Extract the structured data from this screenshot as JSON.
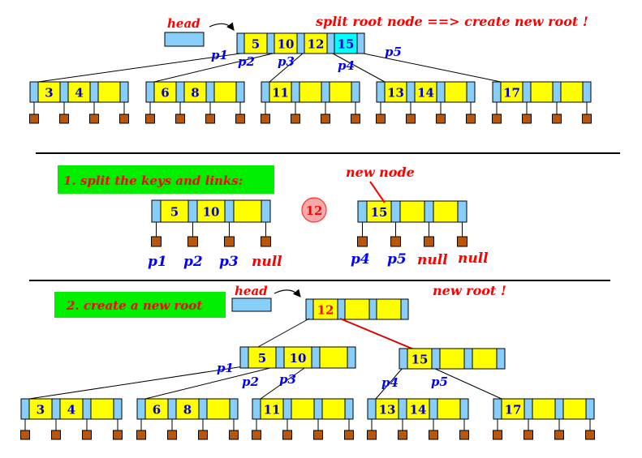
{
  "top": {
    "head_label": "head",
    "title": "split root node ==> create new root !",
    "root_keys": [
      "5",
      "10",
      "12",
      "15"
    ],
    "pointer_labels": [
      "p1",
      "p2",
      "p3",
      "p4",
      "p5"
    ],
    "leaves": [
      [
        "3",
        "4"
      ],
      [
        "6",
        "8"
      ],
      [
        "11"
      ],
      [
        "13",
        "14"
      ],
      [
        "17"
      ]
    ]
  },
  "middle": {
    "step1": "1. split the keys and links:",
    "left_keys": [
      "5",
      "10"
    ],
    "promoted_key": "12",
    "new_node_label": "new node",
    "right_keys": [
      "15"
    ],
    "left_ptrs": [
      "p1",
      "p2",
      "p3",
      "null"
    ],
    "right_ptrs": [
      "p4",
      "p5",
      "null",
      "null"
    ]
  },
  "bottom": {
    "step2": "2. create a new root",
    "head_label": "head",
    "new_root_label": "new root !",
    "root_keys": [
      "12"
    ],
    "left_keys": [
      "5",
      "10"
    ],
    "right_keys": [
      "15"
    ],
    "pointer_labels": [
      "p1",
      "p2",
      "p3",
      "p4",
      "p5"
    ],
    "leaves": [
      [
        "3",
        "4"
      ],
      [
        "6",
        "8"
      ],
      [
        "11"
      ],
      [
        "13",
        "14"
      ],
      [
        "17"
      ]
    ]
  },
  "colors": {
    "pointer_cell": "#87cefa",
    "key_cell": "#ffff00",
    "highlight_cell": "#00ffff",
    "child_box": "#b8560a",
    "step_bg": "#00ee00"
  }
}
